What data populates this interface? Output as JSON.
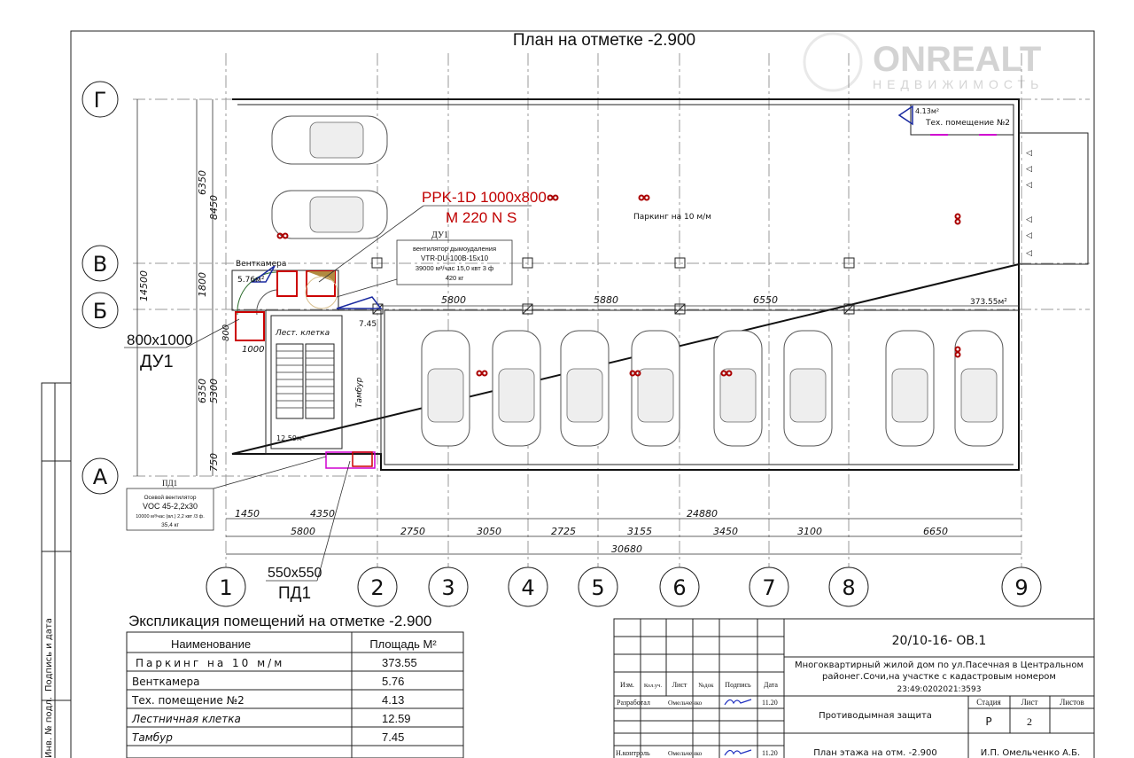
{
  "title": "План на отметке  -2.900",
  "watermark": {
    "brand": "ONREALT",
    "sub": "недвижимость"
  },
  "axes": {
    "letters": [
      "Г",
      "В",
      "Б",
      "А"
    ],
    "numbers": [
      "1",
      "2",
      "3",
      "4",
      "5",
      "6",
      "7",
      "8",
      "9"
    ]
  },
  "dimensions": {
    "left_outer": "14500",
    "left_mid": [
      "6350",
      "6350"
    ],
    "left_inner": [
      "8450",
      "1800",
      "5300",
      "750"
    ],
    "row1": [
      "1450",
      "4350",
      "24880"
    ],
    "row2": [
      "5800",
      "2750",
      "3050",
      "2725",
      "3155",
      "3450",
      "3100",
      "6650"
    ],
    "total": "30680",
    "columns": [
      "5800",
      "5880",
      "6550"
    ],
    "small": [
      "800",
      "1000"
    ]
  },
  "rooms": {
    "parking": "Паркинг на 10 м/м",
    "parking_area": "373.55м²",
    "tech_room": "Тех. помещение №2",
    "tech_area": "4.13м²",
    "ventchamber": "Венткамера",
    "ventchamber_area": "5.76м²",
    "stair": "Лест. клетка",
    "stair_area": "12.59м²",
    "vestibule": "Тамбур",
    "vestibule_area": "7.45"
  },
  "equipment": {
    "valve_line1": "PPK-1D 1000x800",
    "valve_line2": "M 220 N S",
    "du1_tag": "ДУ1",
    "du1_lines": [
      "вентилятор дымоудаления",
      "VTR-DU-100B-15x10",
      "39000 м³/час  15,0 квт 3 ф",
      "420 кг"
    ],
    "duct_du1_size": "800x1000",
    "duct_du1_tag": "ДУ1",
    "pd1_tag": "ПД1",
    "pd1_lines": [
      "Осевой вентилятор",
      "VOC 45-2,2x30",
      "10000 м³/час  (вл.) 2,2 квт /3 ф.",
      "35,4 кг"
    ],
    "duct_pd1_size": "550x550",
    "duct_pd1_tag": "ПД1"
  },
  "explication": {
    "title": "Экспликация помещений на отметке -2.900",
    "headers": [
      "Наименование",
      "Площадь М²"
    ],
    "rows": [
      [
        "Паркинг на 10 м/м",
        "373.55"
      ],
      [
        "Венткамера",
        "5.76"
      ],
      [
        "Тех. помещение №2",
        "4.13"
      ],
      [
        "Лестничная клетка",
        "12.59"
      ],
      [
        "Тамбур",
        "7.45"
      ]
    ]
  },
  "stamp": {
    "code": "20/10-16- ОВ.1",
    "project": [
      "Многоквартирный жилой дом по ул.Пасечная в Центральном",
      "районег.Сочи,на участке с кадастровым номером",
      "23:49:0202021:3593"
    ],
    "headers": [
      "Изм.",
      "Кол.уч.",
      "Лист",
      "№док",
      "Подпись",
      "Дата"
    ],
    "row_dev": {
      "role": "Разработал",
      "name": "Омельченко",
      "date": "11.20"
    },
    "row_ctrl": {
      "role": "Н.контроль",
      "name": "Омельченко",
      "date": "11.20"
    },
    "section": "Противодымная защита",
    "stage_headers": [
      "Стадия",
      "Лист",
      "Листов"
    ],
    "stage": "Р",
    "sheet": "2",
    "sheet_title": "План этажа на отм. -2.900",
    "author": "И.П. Омельченко А.Б."
  },
  "side_stamp": [
    "Подпись и дата",
    "Инв. № подл."
  ]
}
